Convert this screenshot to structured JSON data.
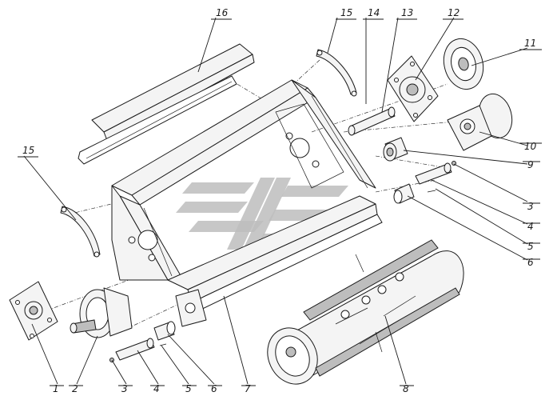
{
  "diagram": {
    "callouts": [
      {
        "id": "c1",
        "label": "1"
      },
      {
        "id": "c2",
        "label": "2"
      },
      {
        "id": "c3a",
        "label": "3"
      },
      {
        "id": "c4a",
        "label": "4"
      },
      {
        "id": "c5a",
        "label": "5"
      },
      {
        "id": "c6a",
        "label": "6"
      },
      {
        "id": "c7",
        "label": "7"
      },
      {
        "id": "c8",
        "label": "8"
      },
      {
        "id": "c3b",
        "label": "3"
      },
      {
        "id": "c4b",
        "label": "4"
      },
      {
        "id": "c5b",
        "label": "5"
      },
      {
        "id": "c6b",
        "label": "6"
      },
      {
        "id": "c9",
        "label": "9"
      },
      {
        "id": "c10",
        "label": "10"
      },
      {
        "id": "c11",
        "label": "11"
      },
      {
        "id": "c12",
        "label": "12"
      },
      {
        "id": "c13",
        "label": "13"
      },
      {
        "id": "c14",
        "label": "14"
      },
      {
        "id": "c15a",
        "label": "15"
      },
      {
        "id": "c15b",
        "label": "15"
      },
      {
        "id": "c16",
        "label": "16"
      }
    ]
  }
}
